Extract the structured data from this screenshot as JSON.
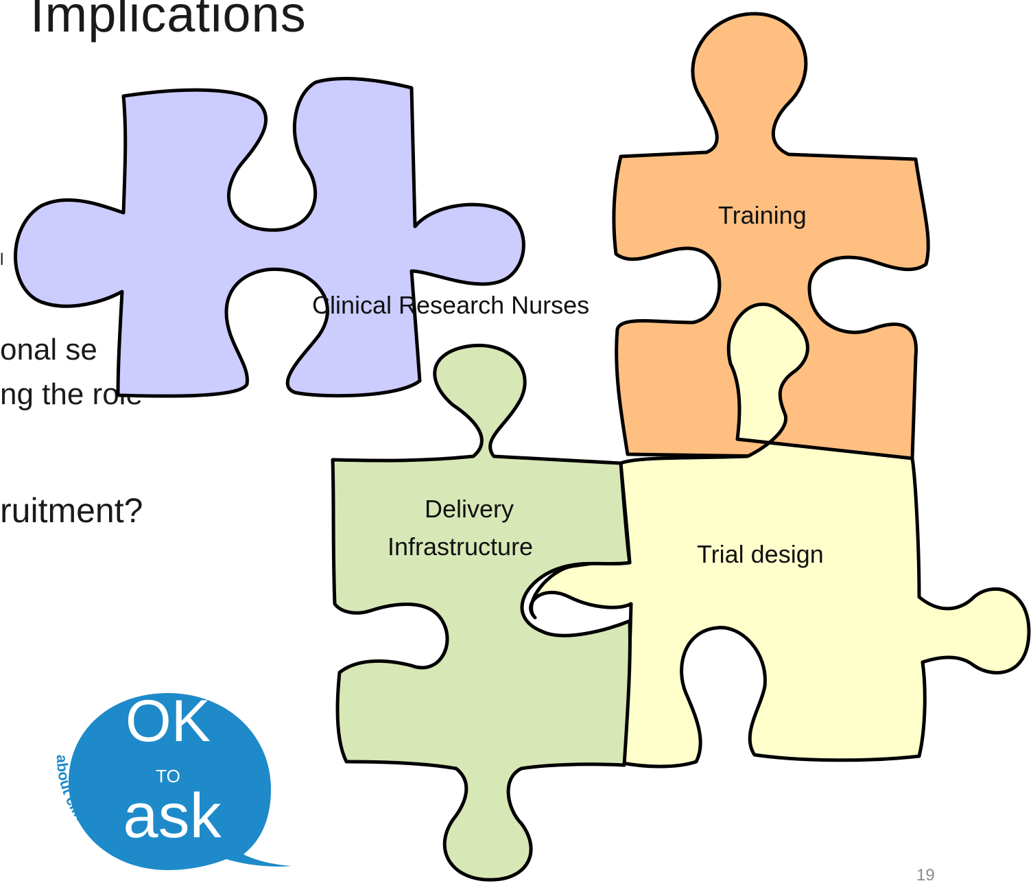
{
  "slide": {
    "title": "Implications",
    "body_fragments": [
      "l",
      "onal se",
      "ng the role",
      "ruitment?"
    ],
    "page_number": "19"
  },
  "puzzle": {
    "pieces": [
      {
        "label": "Clinical Research Nurses",
        "fill": "#ccccff"
      },
      {
        "label": "Training",
        "fill": "#ffbf80"
      },
      {
        "label_lines": [
          "Delivery",
          "Infrastructure"
        ],
        "fill": "#d7e7b6"
      },
      {
        "label": "Trial design",
        "fill": "#ffffcc"
      }
    ],
    "outline_color": "#000000"
  },
  "logo": {
    "big_text_top": "OK",
    "small_text": "TO",
    "big_text_bottom": "ask",
    "ring_text": "about clinical research",
    "color": "#1e8ac9"
  }
}
